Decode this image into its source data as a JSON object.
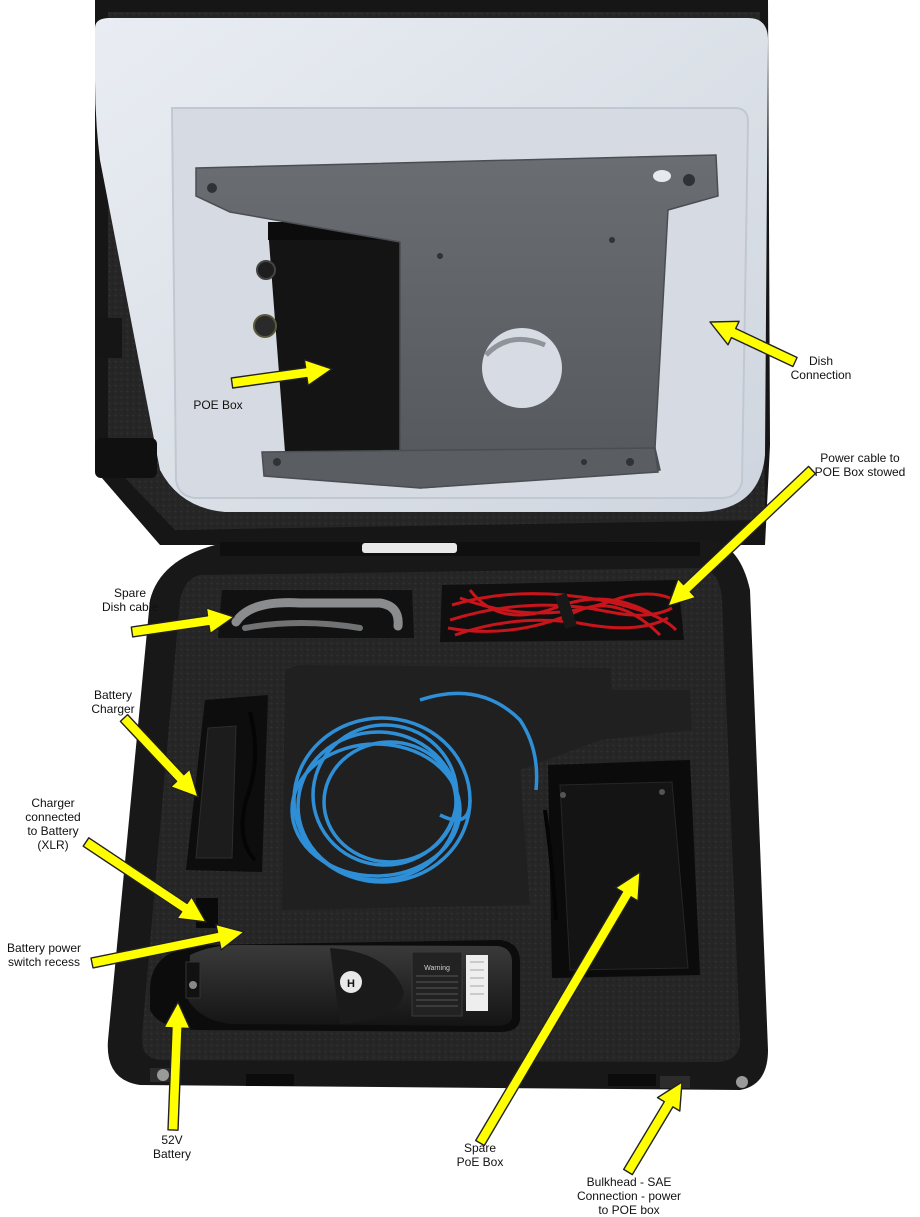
{
  "labels": {
    "poe_box": "POE Box",
    "dish_connection": "Dish\nConnection",
    "power_cable": "Power cable to\nPOE Box stowed",
    "spare_dish_cable": "Spare\nDish cable",
    "battery_charger": "Battery\nCharger",
    "charger_connected": "Charger\nconnected\nto Battery\n(XLR)",
    "battery_power_switch": "Battery power\nswitch recess",
    "battery_52v": "52V\nBattery",
    "spare_poe_box": "Spare\nPoE Box",
    "bulkhead_sae": "Bulkhead - SAE\nConnection - power\nto POE box"
  },
  "battery_text": {
    "brand_mark": "H",
    "warning": "Warning"
  },
  "colors": {
    "arrow": "#ffff00",
    "arrow_outline": "#222222",
    "case_black": "#1b1b1b",
    "foam": "#2a2a2a",
    "lid_panel": "#dfe3ea",
    "mount_plate": "#5e6266",
    "ethernet_cable": "#2f8fd6",
    "power_cable": "#c8141b"
  }
}
